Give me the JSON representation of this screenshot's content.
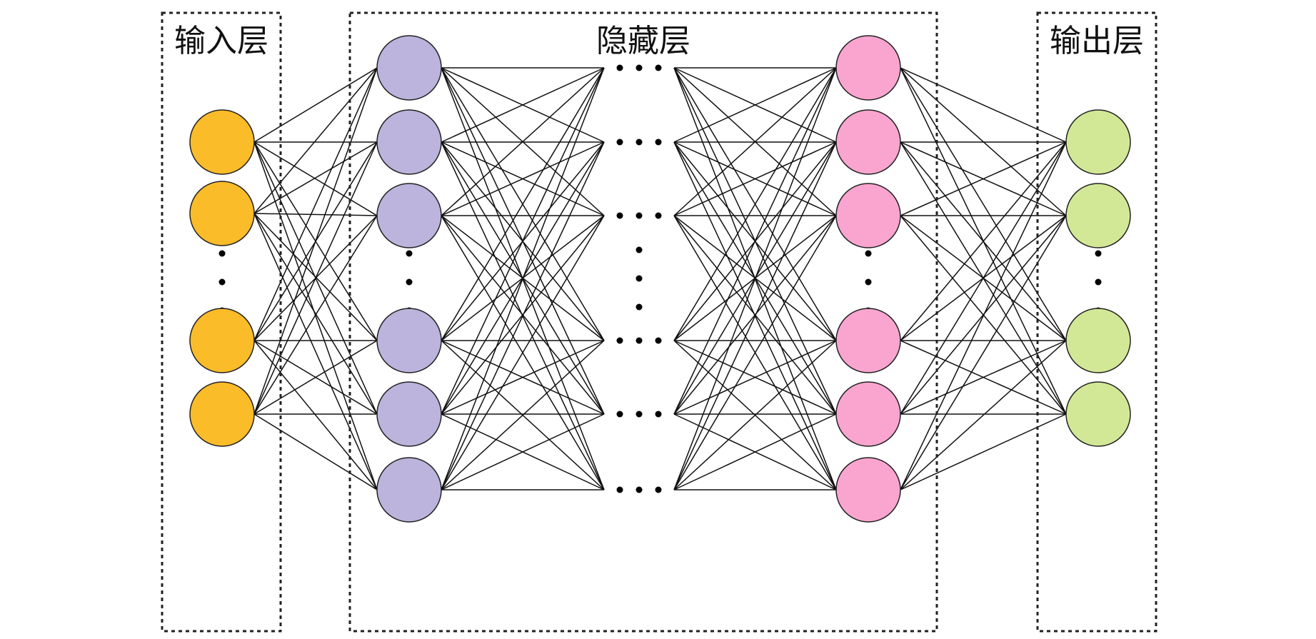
{
  "layers": {
    "input": {
      "label": "输入层",
      "color": "#fbbc2a"
    },
    "hidden": {
      "label": "隐藏层",
      "first_color": "#bcb4dc",
      "last_color": "#f9a5d0"
    },
    "output": {
      "label": "输出层",
      "color": "#d3e897"
    }
  },
  "dots_color": "#000000",
  "edge_color": "#111111"
}
